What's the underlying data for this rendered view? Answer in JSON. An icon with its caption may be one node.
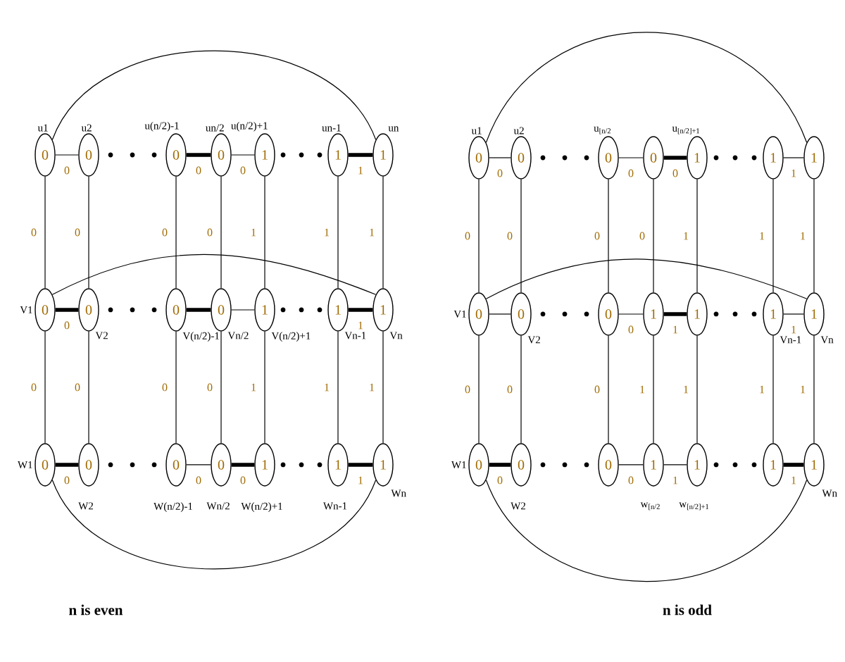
{
  "diagram": {
    "nodes": [
      {
        "text": [
          "0"
        ],
        "beside": [
          "u1"
        ]
      },
      {
        "text": [
          "0"
        ],
        "beside": [
          "u2"
        ]
      },
      {
        "text": [
          "0"
        ],
        "beside": [
          "u(n/2)-1"
        ]
      },
      {
        "text": [
          "0"
        ],
        "beside": [
          "un/2"
        ]
      },
      {
        "text": [
          "1"
        ],
        "beside": [
          "u(n/2)+1"
        ]
      },
      {
        "text": [
          "1"
        ],
        "beside": [
          "un-1"
        ]
      },
      {
        "text": [
          "1"
        ],
        "beside": [
          "un"
        ]
      },
      {
        "text": [
          "0"
        ],
        "beside": [
          "V1"
        ]
      },
      {
        "text": [
          "0"
        ],
        "beside": [
          "V2"
        ]
      },
      {
        "text": [
          "0"
        ],
        "beside": [
          "V(n/2)-1"
        ]
      },
      {
        "text": [
          "0"
        ],
        "beside": [
          "Vn/2"
        ]
      },
      {
        "text": [
          "1"
        ],
        "beside": [
          "V(n/2)+1"
        ]
      },
      {
        "text": [
          "1"
        ],
        "beside": [
          "Vn-1"
        ]
      },
      {
        "text": [
          "1"
        ],
        "beside": [
          "Vn"
        ]
      },
      {
        "text": [
          "0"
        ],
        "beside": [
          "W1"
        ]
      },
      {
        "text": [
          "0"
        ],
        "beside": [
          "W2"
        ]
      },
      {
        "text": [
          "0"
        ],
        "beside": [
          "W(n/2)-1"
        ]
      },
      {
        "text": [
          "0"
        ],
        "beside": [
          "Wn/2"
        ]
      },
      {
        "text": [
          "1"
        ],
        "beside": [
          "W(n/2)+1"
        ]
      },
      {
        "text": [
          "1"
        ],
        "beside": [
          "Wn-1"
        ]
      },
      {
        "text": [
          "1"
        ],
        "beside": [
          "Wn"
        ]
      },
      {
        "text": [
          "0"
        ],
        "beside": [
          "u1"
        ]
      },
      {
        "text": [
          "0"
        ],
        "beside": [
          "u2"
        ]
      },
      {
        "text": [
          "0"
        ],
        "beside": [
          "u$_{[n/2}$"
        ]
      },
      {
        "text": [
          "0"
        ]
      },
      {
        "text": [
          "1"
        ],
        "beside": [
          "u$_{[n/2]+1}$"
        ]
      },
      {
        "text": [
          "1"
        ]
      },
      {
        "text": [
          "1"
        ]
      },
      {
        "text": [
          "0"
        ],
        "beside": [
          "V1"
        ]
      },
      {
        "text": [
          "0"
        ],
        "beside": [
          "V2"
        ]
      },
      {
        "text": [
          "0"
        ]
      },
      {
        "text": [
          "1"
        ]
      },
      {
        "text": [
          "1"
        ]
      },
      {
        "text": [
          "1"
        ],
        "beside": [
          "Vn-1"
        ]
      },
      {
        "text": [
          "1"
        ],
        "beside": [
          "Vn"
        ]
      },
      {
        "text": [
          "0"
        ],
        "beside": [
          "W1"
        ]
      },
      {
        "text": [
          "0"
        ],
        "beside": [
          "W2"
        ]
      },
      {
        "text": [
          "0"
        ]
      },
      {
        "text": [
          "1"
        ],
        "beside": [
          "w$_{[n/2}$"
        ]
      },
      {
        "text": [
          "1"
        ],
        "beside": [
          "w$_{[n/2]+1}$"
        ]
      },
      {
        "text": [
          "1"
        ]
      },
      {
        "text": [
          "1"
        ],
        "beside": [
          "Wn"
        ]
      }
    ],
    "edges": [
      {
        "from": 0,
        "to": 1,
        "arrow": "none",
        "label": "0"
      },
      {
        "from": 2,
        "to": 3,
        "arrow": "none",
        "label": "0",
        "style": "thick"
      },
      {
        "from": 3,
        "to": 4,
        "arrow": "none",
        "label": "0"
      },
      {
        "from": 5,
        "to": 6,
        "arrow": "none",
        "label": "1",
        "style": "thick"
      },
      {
        "from": 7,
        "to": 8,
        "arrow": "none",
        "label": "0",
        "style": "thick"
      },
      {
        "from": 9,
        "to": 10,
        "arrow": "none",
        "style": "thick"
      },
      {
        "from": 10,
        "to": 11,
        "arrow": "none"
      },
      {
        "from": 12,
        "to": 13,
        "arrow": "none",
        "label": "1",
        "style": "thick"
      },
      {
        "from": 14,
        "to": 15,
        "arrow": "none",
        "label": "0",
        "style": "thick"
      },
      {
        "from": 16,
        "to": 17,
        "arrow": "none",
        "label": "0"
      },
      {
        "from": 17,
        "to": 18,
        "arrow": "none",
        "label": "0",
        "style": "thick"
      },
      {
        "from": 19,
        "to": 20,
        "arrow": "none",
        "label": "1",
        "style": "thick"
      },
      {
        "from": 0,
        "to": 7,
        "arrow": "none",
        "label": "0"
      },
      {
        "from": 1,
        "to": 8,
        "arrow": "none",
        "label": "0"
      },
      {
        "from": 2,
        "to": 9,
        "arrow": "none",
        "label": "0"
      },
      {
        "from": 3,
        "to": 10,
        "arrow": "none",
        "label": "0"
      },
      {
        "from": 4,
        "to": 11,
        "arrow": "none",
        "label": "1"
      },
      {
        "from": 5,
        "to": 12,
        "arrow": "none",
        "label": "1"
      },
      {
        "from": 6,
        "to": 13,
        "arrow": "none",
        "label": "1"
      },
      {
        "from": 7,
        "to": 14,
        "arrow": "none",
        "label": "0"
      },
      {
        "from": 8,
        "to": 15,
        "arrow": "none",
        "label": "0"
      },
      {
        "from": 9,
        "to": 16,
        "arrow": "none",
        "label": "0"
      },
      {
        "from": 10,
        "to": 17,
        "arrow": "none",
        "label": "0"
      },
      {
        "from": 11,
        "to": 18,
        "arrow": "none",
        "label": "1"
      },
      {
        "from": 12,
        "to": 19,
        "arrow": "none",
        "label": "1"
      },
      {
        "from": 13,
        "to": 20,
        "arrow": "none",
        "label": "1"
      },
      {
        "from": 0,
        "to": 6,
        "arrow": "none"
      },
      {
        "from": 7,
        "to": 13,
        "arrow": "none"
      },
      {
        "from": 14,
        "to": 20,
        "arrow": "none"
      },
      {
        "from": 21,
        "to": 22,
        "arrow": "none",
        "label": "0"
      },
      {
        "from": 23,
        "to": 24,
        "arrow": "none",
        "label": "0"
      },
      {
        "from": 24,
        "to": 25,
        "arrow": "none",
        "label": "0",
        "style": "thick"
      },
      {
        "from": 26,
        "to": 27,
        "arrow": "none",
        "label": "1"
      },
      {
        "from": 28,
        "to": 29,
        "arrow": "none"
      },
      {
        "from": 30,
        "to": 31,
        "arrow": "none",
        "label": "0"
      },
      {
        "from": 31,
        "to": 32,
        "arrow": "none",
        "label": "1",
        "style": "thick"
      },
      {
        "from": 33,
        "to": 34,
        "arrow": "none",
        "label": "1"
      },
      {
        "from": 35,
        "to": 36,
        "arrow": "none",
        "label": "0",
        "style": "thick"
      },
      {
        "from": 37,
        "to": 38,
        "arrow": "none",
        "label": "0"
      },
      {
        "from": 38,
        "to": 39,
        "arrow": "none",
        "label": "1"
      },
      {
        "from": 40,
        "to": 41,
        "arrow": "none",
        "label": "1",
        "style": "thick"
      },
      {
        "from": 21,
        "to": 28,
        "arrow": "none",
        "label": "0"
      },
      {
        "from": 22,
        "to": 29,
        "arrow": "none",
        "label": "0"
      },
      {
        "from": 23,
        "to": 30,
        "arrow": "none",
        "label": "0"
      },
      {
        "from": 24,
        "to": 31,
        "arrow": "none",
        "label": "0"
      },
      {
        "from": 25,
        "to": 32,
        "arrow": "none",
        "label": "1"
      },
      {
        "from": 26,
        "to": 33,
        "arrow": "none",
        "label": "1"
      },
      {
        "from": 27,
        "to": 34,
        "arrow": "none",
        "label": "1"
      },
      {
        "from": 28,
        "to": 35,
        "arrow": "none",
        "label": "0"
      },
      {
        "from": 29,
        "to": 36,
        "arrow": "none",
        "label": "0"
      },
      {
        "from": 30,
        "to": 37,
        "arrow": "none",
        "label": "0"
      },
      {
        "from": 31,
        "to": 38,
        "arrow": "none",
        "label": "1"
      },
      {
        "from": 32,
        "to": 39,
        "arrow": "none",
        "label": "1"
      },
      {
        "from": 33,
        "to": 40,
        "arrow": "none",
        "label": "1"
      },
      {
        "from": 34,
        "to": 41,
        "arrow": "none",
        "label": "1"
      },
      {
        "from": 21,
        "to": 27,
        "arrow": "none"
      },
      {
        "from": 28,
        "to": 34,
        "arrow": "none"
      },
      {
        "from": 35,
        "to": 41,
        "arrow": "none"
      }
    ],
    "labels": [
      "n is even",
      "n is odd"
    ]
  }
}
